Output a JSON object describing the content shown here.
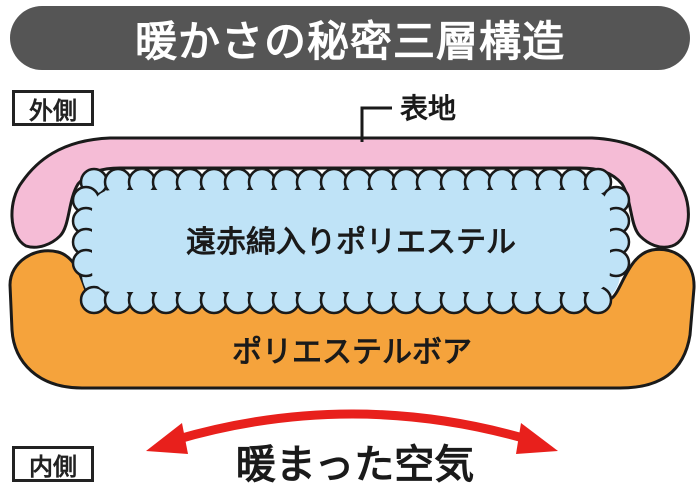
{
  "title": "暖かさの秘密三層構造",
  "labels": {
    "outer": "外側",
    "inner": "内側",
    "surface_fabric": "表地",
    "middle_layer": "遠赤綿入りポリエステル",
    "inner_layer": "ポリエステルボア",
    "warm_air": "暖まった空気"
  },
  "colors": {
    "banner": "#555555",
    "outer_layer": "#f5bcd6",
    "middle_layer": "#bfe3f7",
    "inner_layer": "#f5a33c",
    "arrow": "#e8201c"
  }
}
